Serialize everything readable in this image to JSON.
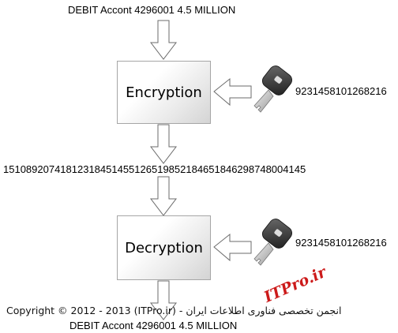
{
  "diagram": {
    "plaintext_top": "DEBIT Accont 4296001 4.5 MILLION",
    "encryption_label": "Encryption",
    "key_value_1": "9231458101268216",
    "ciphertext": "151089207418123184514551265198521846518462987480041​45",
    "decryption_label": "Decryption",
    "key_value_2": "9231458101268216",
    "plaintext_bottom": "DEBIT Accont 4296001 4.5 MILLION"
  },
  "footer": {
    "copyright": "Copyright © 2012 - 2013 (ITPro.ir) - انجمن تخصصی فناوری اطلاعات ایران"
  },
  "watermark": {
    "text": "ITPro.ir"
  },
  "colors": {
    "arrow_stroke": "#6b6b6b",
    "box_border": "#a6a6a6",
    "watermark": "#cc1a1a",
    "key_head": "#3a3a3a",
    "key_blade": "#c8c8c8"
  }
}
